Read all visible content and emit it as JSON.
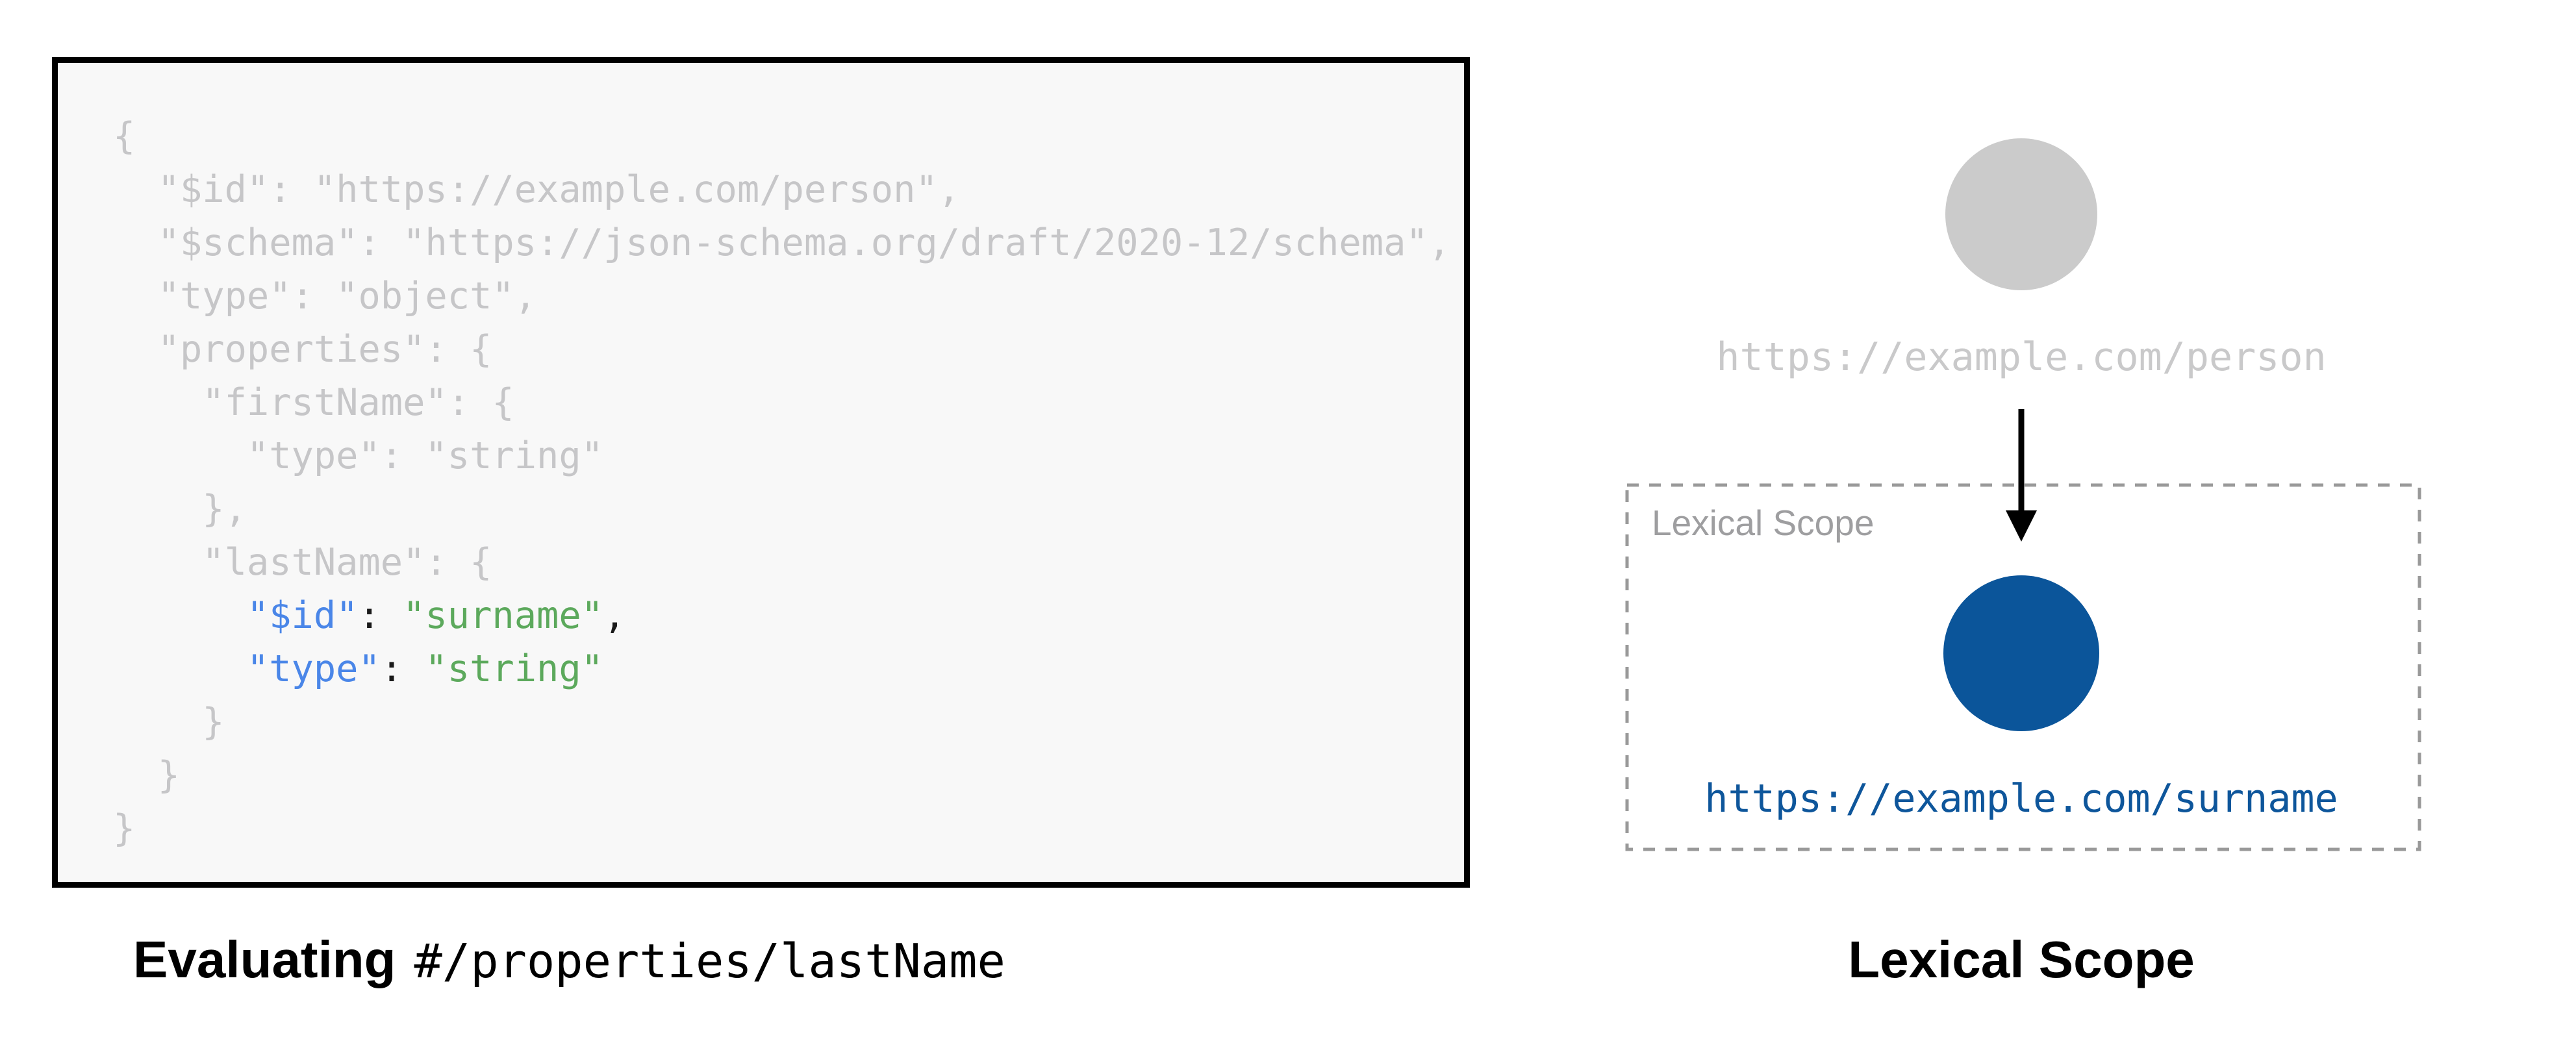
{
  "page": {
    "background": "#ffffff"
  },
  "code_panel": {
    "background": "#f8f8f8",
    "border_color": "#000000",
    "colors": {
      "gray": "#c6c6c8",
      "blue": "#4a86e8",
      "green": "#5ca95c",
      "black": "#1a1a1a"
    },
    "lines": [
      [
        {
          "t": "{",
          "c": "gray"
        }
      ],
      [
        {
          "t": "  \"$id\": \"https://example.com/person\",",
          "c": "gray"
        }
      ],
      [
        {
          "t": "  \"$schema\": \"https://json-schema.org/draft/2020-12/schema\",",
          "c": "gray"
        }
      ],
      [
        {
          "t": "  \"type\": \"object\",",
          "c": "gray"
        }
      ],
      [
        {
          "t": "  \"properties\": {",
          "c": "gray"
        }
      ],
      [
        {
          "t": "    \"firstName\": {",
          "c": "gray"
        }
      ],
      [
        {
          "t": "      \"type\": \"string\"",
          "c": "gray"
        }
      ],
      [
        {
          "t": "    },",
          "c": "gray"
        }
      ],
      [
        {
          "t": "    \"lastName\": {",
          "c": "gray"
        }
      ],
      [
        {
          "t": "      ",
          "c": "gray"
        },
        {
          "t": "\"$id\"",
          "c": "blue"
        },
        {
          "t": ": ",
          "c": "black"
        },
        {
          "t": "\"surname\"",
          "c": "green"
        },
        {
          "t": ",",
          "c": "black"
        }
      ],
      [
        {
          "t": "      ",
          "c": "gray"
        },
        {
          "t": "\"type\"",
          "c": "blue"
        },
        {
          "t": ": ",
          "c": "black"
        },
        {
          "t": "\"string\"",
          "c": "green"
        }
      ],
      [
        {
          "t": "    }",
          "c": "gray"
        }
      ],
      [
        {
          "t": "  }",
          "c": "gray"
        }
      ],
      [
        {
          "t": "}",
          "c": "gray"
        }
      ]
    ],
    "caption_bold": "Evaluating",
    "caption_code": "#/properties/lastName"
  },
  "diagram": {
    "parent_label": "https://example.com/person",
    "scope_label": "Lexical Scope",
    "child_label": "https://example.com/surname",
    "caption": "Lexical Scope",
    "colors": {
      "parent_circle": "#cbcbcb",
      "parent_label_color": "#c9c9ca",
      "child_circle": "#0b559a",
      "child_label_color": "#0e569b",
      "scope_border": "#999999",
      "scope_label_color": "#9e9ea0",
      "arrow": "#000000"
    }
  }
}
